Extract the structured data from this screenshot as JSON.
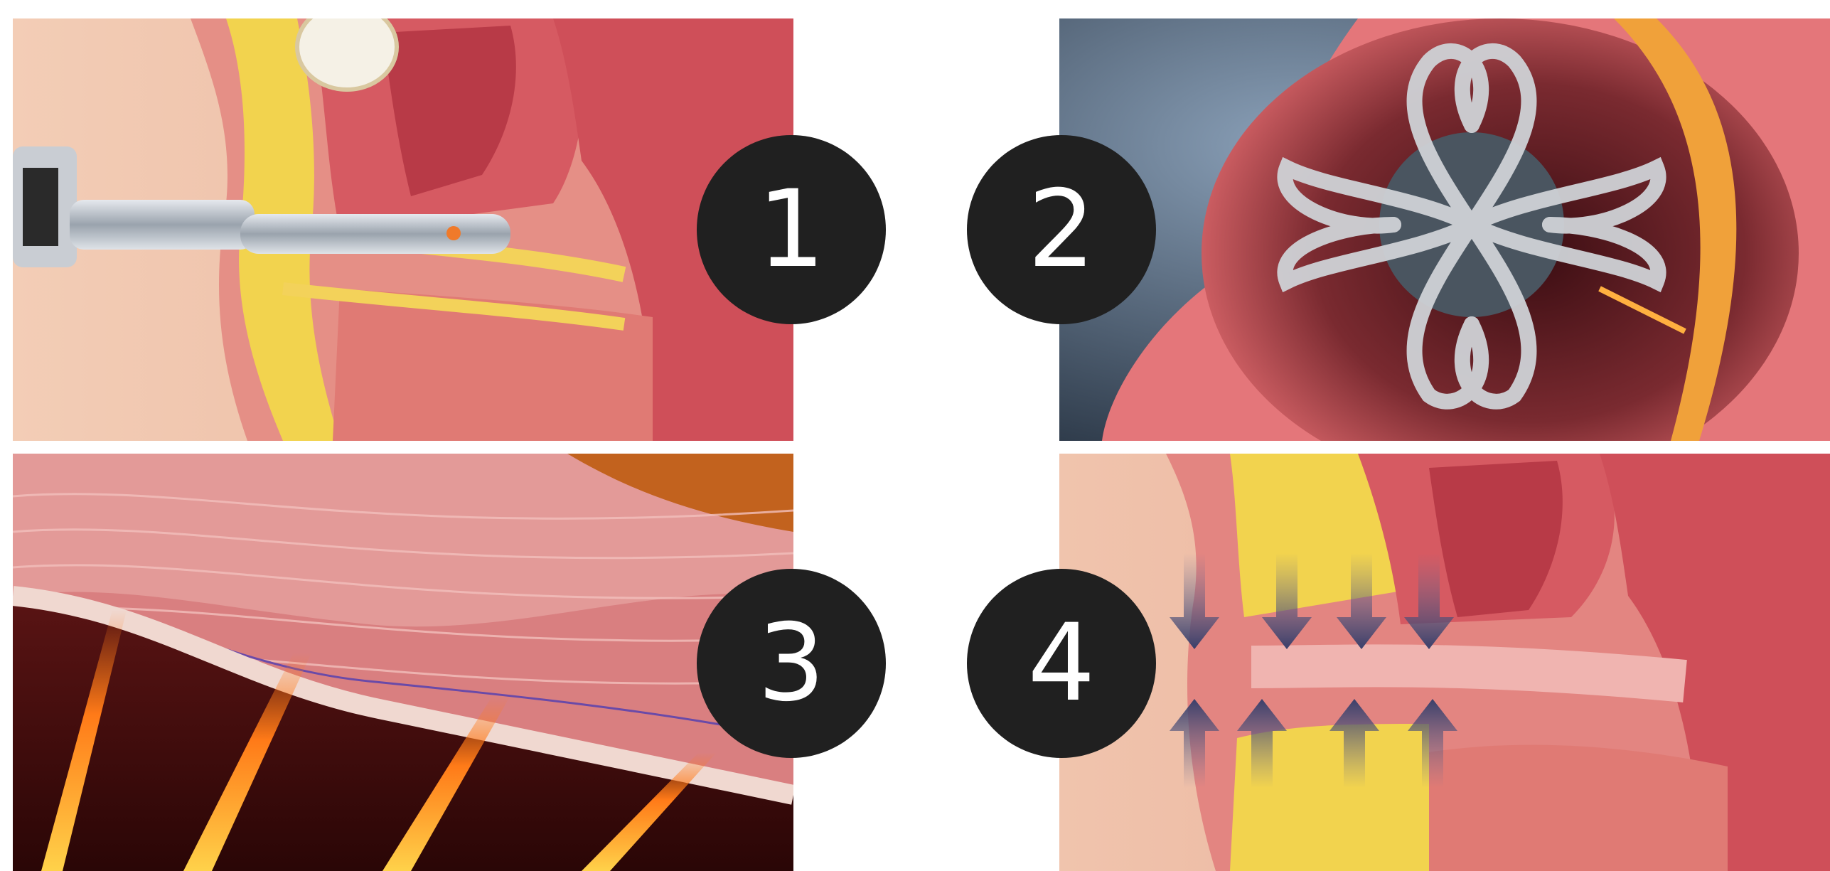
{
  "steps": [
    {
      "number": "1"
    },
    {
      "number": "2"
    },
    {
      "number": "3"
    },
    {
      "number": "4"
    }
  ],
  "colors": {
    "badge": "#202020",
    "badge_text": "#ffffff",
    "tissue": "#d9646a",
    "fat": "#f2d24a",
    "heat": "#ff8a1c"
  }
}
